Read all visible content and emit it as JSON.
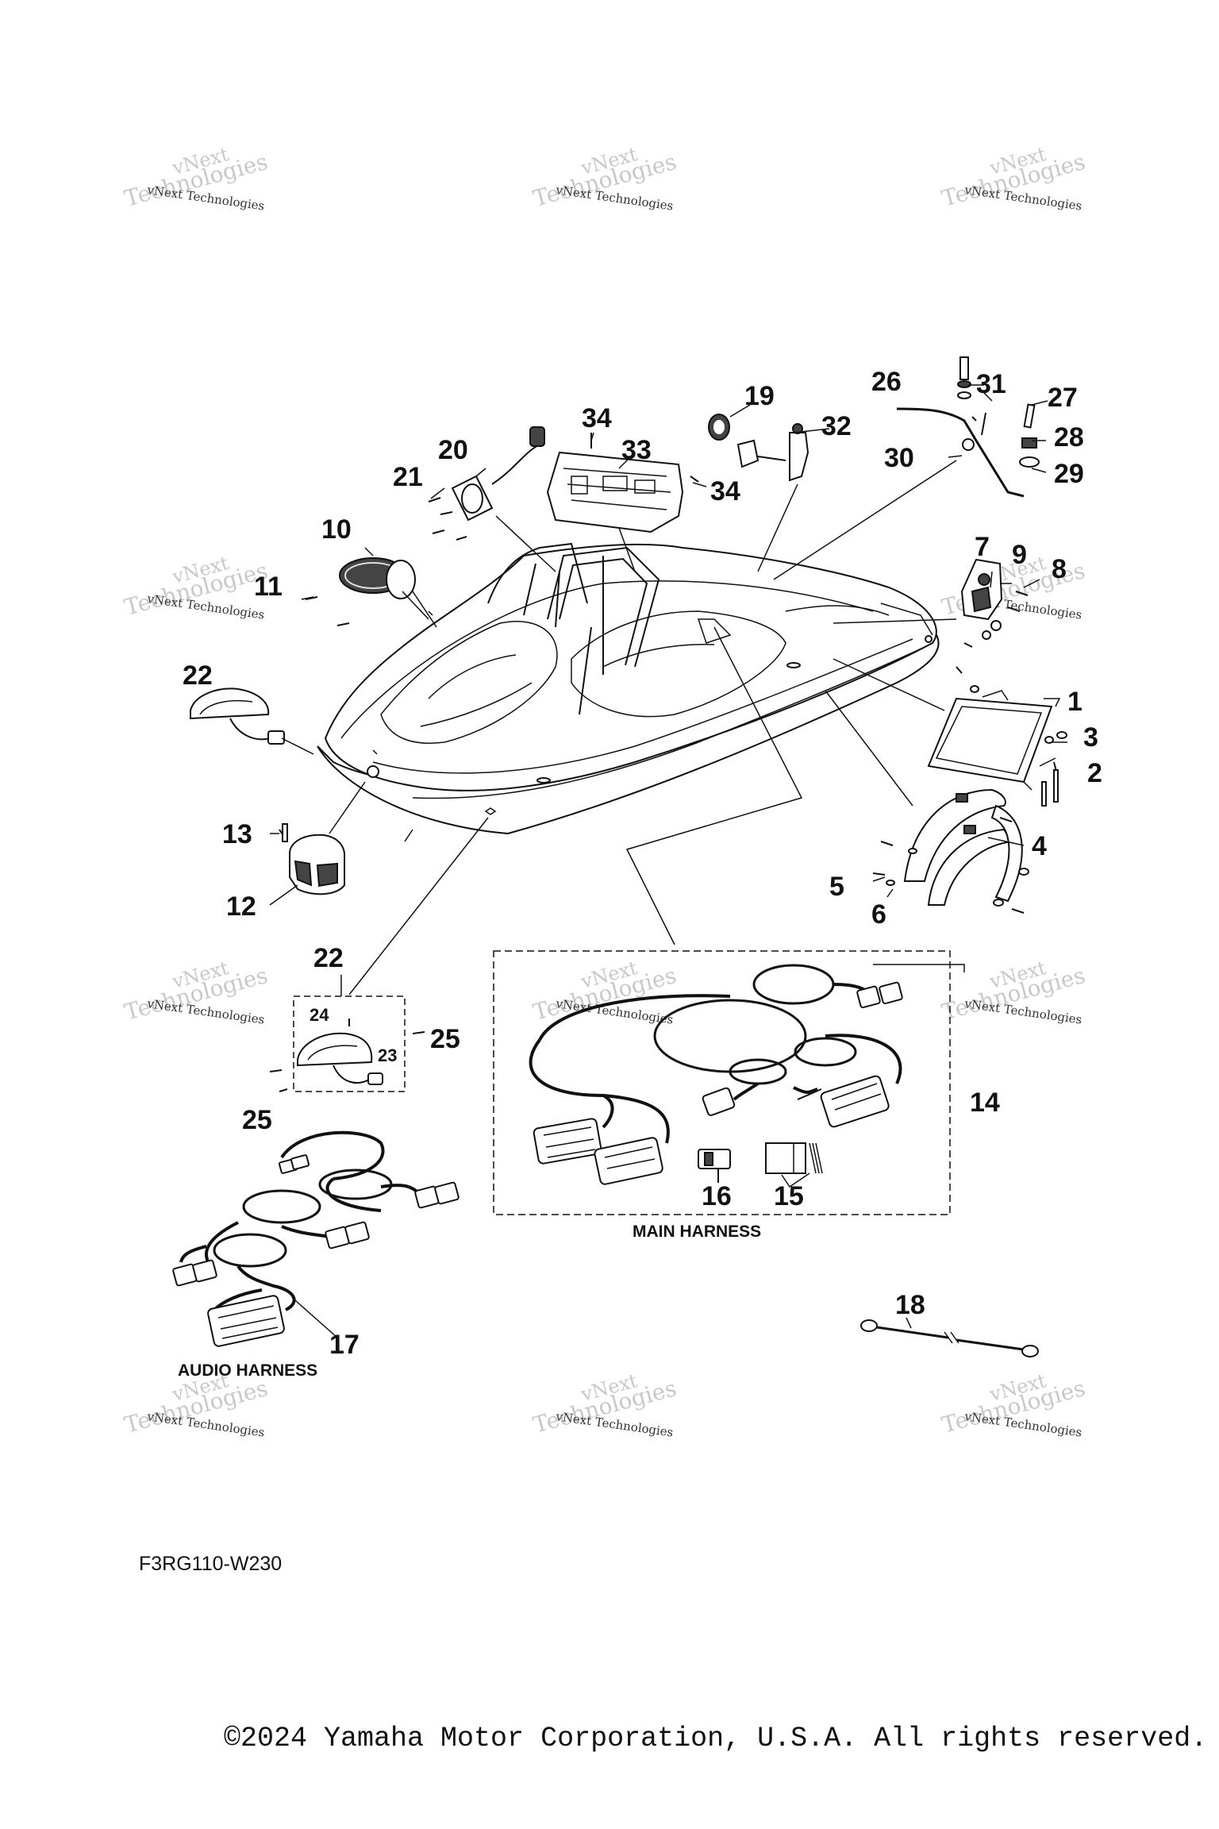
{
  "watermark": {
    "line1": "vNext",
    "line2": "Technologies",
    "caption": "vNext Technologies"
  },
  "callouts": {
    "c1": "1",
    "c2": "2",
    "c3": "3",
    "c4": "4",
    "c5": "5",
    "c6": "6",
    "c7": "7",
    "c8": "8",
    "c9": "9",
    "c10": "10",
    "c11": "11",
    "c12": "12",
    "c13": "13",
    "c14": "14",
    "c15": "15",
    "c16": "16",
    "c17": "17",
    "c18": "18",
    "c19": "19",
    "c20": "20",
    "c21": "21",
    "c22": "22",
    "c22b": "22",
    "c23": "23",
    "c24": "24",
    "c25": "25",
    "c25b": "25",
    "c26": "26",
    "c27": "27",
    "c28": "28",
    "c29": "29",
    "c30": "30",
    "c31": "31",
    "c32": "32",
    "c33": "33",
    "c34": "34",
    "c34b": "34"
  },
  "labels": {
    "main_harness": "MAIN HARNESS",
    "audio_harness": "AUDIO HARNESS"
  },
  "part_code": "F3RG110-W230",
  "copyright": "©2024 Yamaha Motor Corporation, U.S.A. All rights reserved."
}
